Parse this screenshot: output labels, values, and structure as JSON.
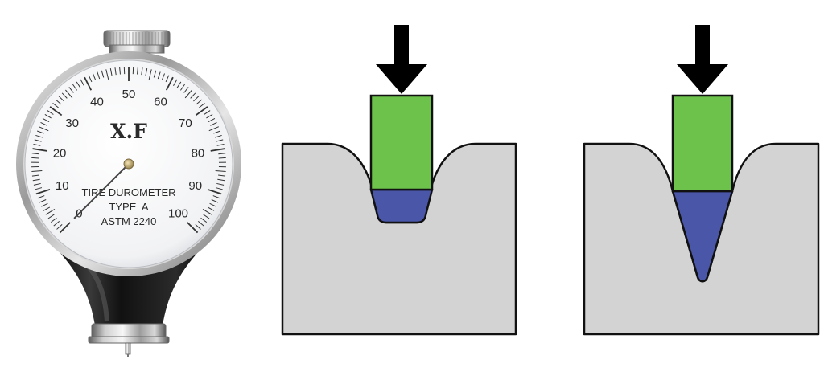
{
  "gauge": {
    "brand": "X.F",
    "model_line_1": "TIRE DUROMETER",
    "model_line_2": "TYPE  A",
    "model_line_3": "ASTM 2240",
    "scale_labels": [
      "0",
      "10",
      "20",
      "30",
      "40",
      "50",
      "60",
      "70",
      "80",
      "90",
      "100"
    ],
    "reading": 0
  },
  "colors": {
    "indenter_body": "#6cc24a",
    "indenter_tip": "#4a56a8",
    "material": "#d3d3d3",
    "outline": "#111111",
    "arrow": "#000000"
  },
  "diagrams": [
    {
      "tip": "truncated-cone"
    },
    {
      "tip": "sharp-cone"
    }
  ]
}
